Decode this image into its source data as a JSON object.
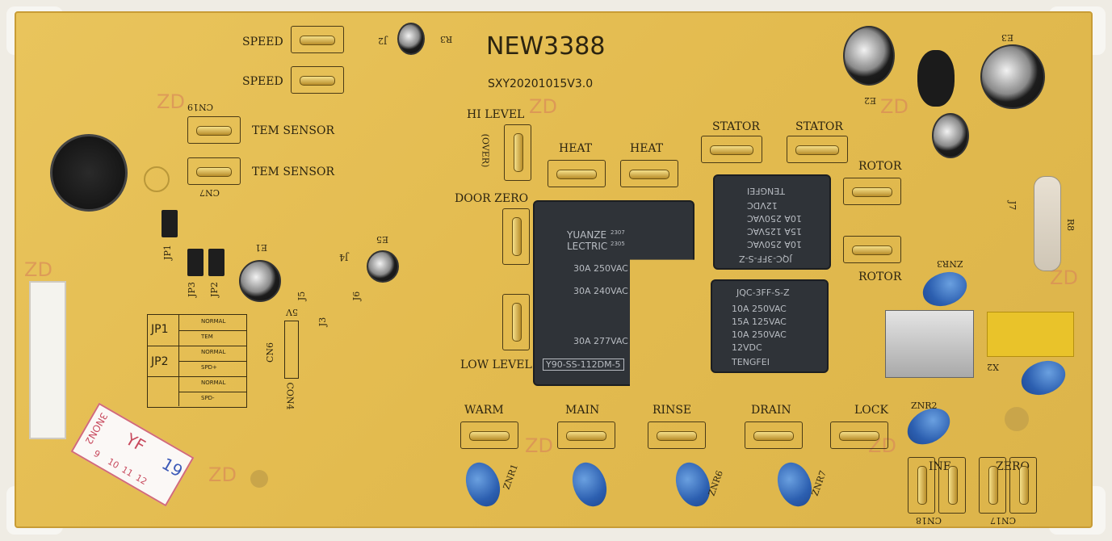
{
  "board": {
    "model": "NEW3388",
    "version": "SXY20201015V3.0",
    "colors": {
      "pcb": "#e3bb4f",
      "relay": "#2f3338",
      "varistor": "#2c5fb0",
      "frame": "#efece4"
    }
  },
  "connectors": {
    "speed1": "SPEED",
    "speed2": "SPEED",
    "tem1": "TEM SENSOR",
    "tem2": "TEM SENSOR",
    "cn19": "CN19",
    "cn7": "CN7",
    "hi_level": "HI LEVEL",
    "over": "(OVER)",
    "heat1": "HEAT",
    "heat2": "HEAT",
    "stator1": "STATOR",
    "stator2": "STATOR",
    "rotor1": "ROTOR",
    "rotor2": "ROTOR",
    "door_zero": "DOOR ZERO",
    "low_level": "LOW LEVEL",
    "warm": "WARM",
    "main": "MAIN",
    "rinse": "RINSE",
    "drain": "DRAIN",
    "lock": "LOCK",
    "line": "INE",
    "zero": "ZERO",
    "cn18": "CN18",
    "cn17": "CN17"
  },
  "components": {
    "j2": "J2",
    "r3": "R3",
    "e1": "E1",
    "e2": "E2",
    "e3": "E3",
    "e5": "E5",
    "j3": "J3",
    "j4": "J4",
    "j5": "J5",
    "j6": "J6",
    "j7": "J7",
    "r8": "R8",
    "jp1": "JP1",
    "jp2": "JP2",
    "jp3": "JP3",
    "cn4": "CON4",
    "cn6": "CN6",
    "v5": "5V",
    "znr1": "ZNR1",
    "znr2": "ZNR2",
    "znr3": "ZNR3",
    "znr6": "ZNR6",
    "znr7": "ZNR7",
    "x2": "X2",
    "zd": "ZD"
  },
  "jumper_table": {
    "rows": [
      {
        "group": "JP1",
        "a": "NORMAL",
        "b": "TEM"
      },
      {
        "group": "JP2",
        "a": "NORMAL",
        "b": "SPD+"
      },
      {
        "group": "",
        "a": "NORMAL",
        "b": "SPD-"
      }
    ]
  },
  "main_relay": {
    "brand1": "YUANZE",
    "brand2": "LECTRIC",
    "code1": "2307",
    "code2": "2305",
    "r1": "30A 250VAC",
    "r2": "30A 240VAC",
    "r3": "30A 277VAC",
    "model": "Y90-SS-112DM-5"
  },
  "small_relay": {
    "model": "JQC-3FF-S-Z",
    "r1": "10A 250VAC",
    "r2": "15A 125VAC",
    "r3": "10A 250VAC",
    "coil": "12VDC",
    "brand": "TENGFEI"
  },
  "sticker": {
    "text": "3NON2",
    "mark": "YF",
    "num": "19",
    "cells": [
      "9",
      "10",
      "11",
      "12"
    ]
  }
}
